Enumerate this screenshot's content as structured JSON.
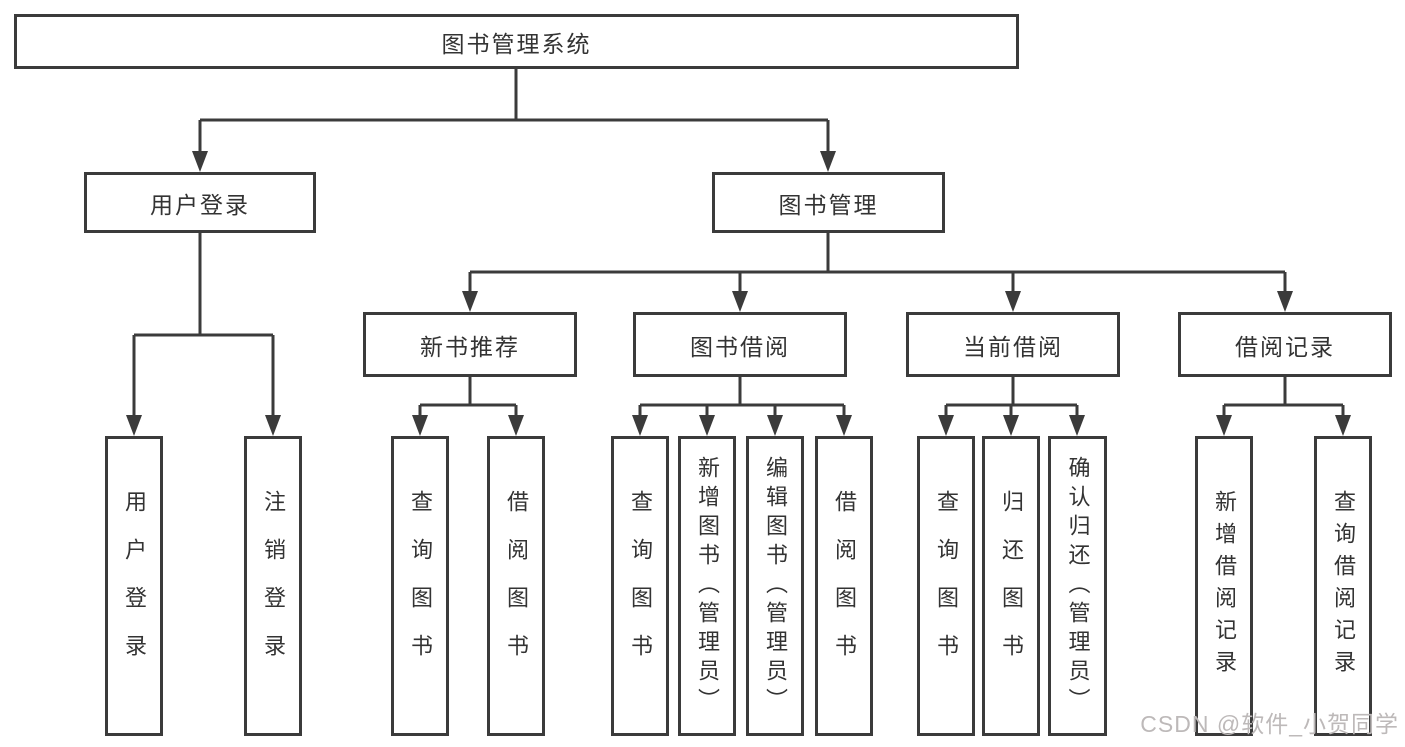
{
  "diagram": {
    "title": "图书管理系统",
    "type": "function-structure-tree"
  },
  "tree": {
    "root": {
      "label": "图书管理系统",
      "children": [
        {
          "label": "用户登录",
          "children": [
            {
              "label": "用户登录"
            },
            {
              "label": "注销登录"
            }
          ]
        },
        {
          "label": "图书管理",
          "children": [
            {
              "label": "新书推荐",
              "children": [
                {
                  "label": "查询图书"
                },
                {
                  "label": "借阅图书"
                }
              ]
            },
            {
              "label": "图书借阅",
              "children": [
                {
                  "label": "查询图书"
                },
                {
                  "label": "新增图书（管理员）"
                },
                {
                  "label": "编辑图书（管理员）"
                },
                {
                  "label": "借阅图书"
                }
              ]
            },
            {
              "label": "当前借阅",
              "children": [
                {
                  "label": "查询图书"
                },
                {
                  "label": "归还图书"
                },
                {
                  "label": "确认归还（管理员）"
                }
              ]
            },
            {
              "label": "借阅记录",
              "children": [
                {
                  "label": "新增借阅记录"
                },
                {
                  "label": "查询借阅记录"
                }
              ]
            }
          ]
        }
      ]
    }
  },
  "watermark": {
    "text": "CSDN @软件_小贺同学"
  },
  "colors": {
    "line": "#3b3b3b",
    "text": "#333333",
    "watermark": "#bdb9b9",
    "bg": "#ffffff"
  }
}
